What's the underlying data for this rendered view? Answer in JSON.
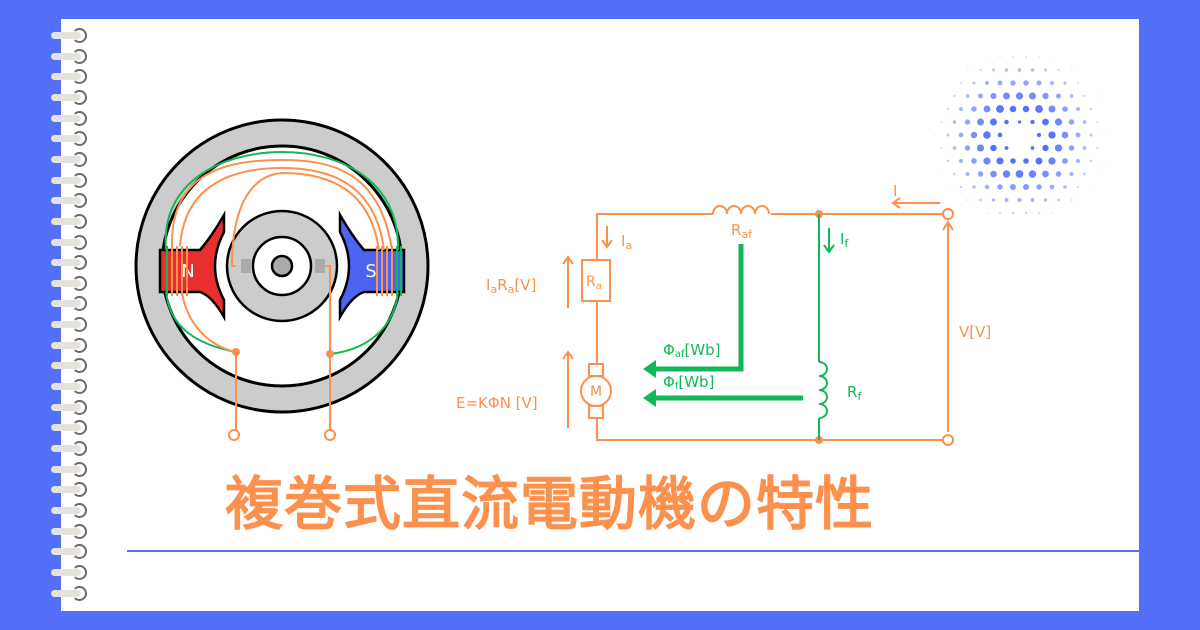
{
  "page": {
    "title": "複巻式直流電動機の特性",
    "colors": {
      "background": "#5470fb",
      "card": "#ffffff",
      "accent_orange": "#fc914d",
      "accent_green": "#12b858",
      "pole_north": "#e92e2e",
      "pole_south": "#4b64f2",
      "steel_gray": "#cccccc"
    }
  },
  "motor_figure": {
    "north_label": "N",
    "south_label": "S"
  },
  "circuit": {
    "labels": {
      "supply_current": "I",
      "armature_current": "I",
      "armature_current_sub": "a",
      "series_field_resistor": "R",
      "series_field_resistor_sub": "af",
      "shunt_field_current": "I",
      "shunt_field_current_sub": "f",
      "armature_resistor": "R",
      "armature_resistor_sub": "a",
      "voltage_drop": "IaRa[V]",
      "voltage_drop_I": "I",
      "voltage_drop_a1": "a",
      "voltage_drop_R": "R",
      "voltage_drop_a2": "a",
      "voltage_drop_unit": "[V]",
      "back_emf": "E=KΦN [V]",
      "motor_symbol": "M",
      "series_flux": "Φ",
      "series_flux_sub": "af",
      "series_flux_unit": "[Wb]",
      "shunt_flux": "Φ",
      "shunt_flux_sub": "f",
      "shunt_flux_unit": "[Wb]",
      "shunt_field_resistor": "R",
      "shunt_field_resistor_sub": "f",
      "supply_voltage": "V[V]"
    }
  }
}
